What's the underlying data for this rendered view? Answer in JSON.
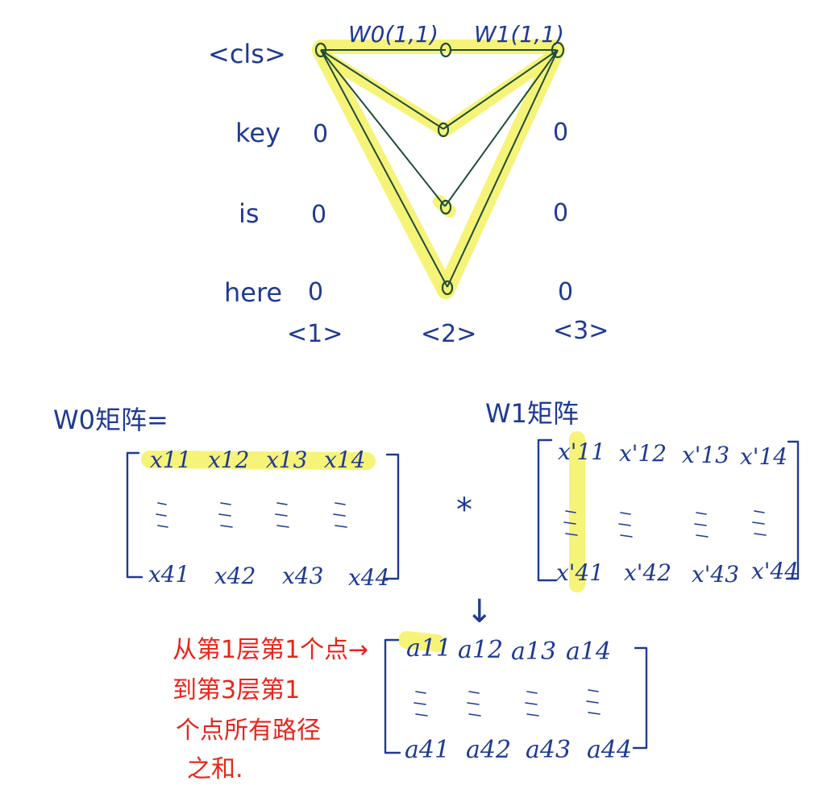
{
  "graph": {
    "word_labels": [
      "<cls>",
      "key",
      "is",
      "here"
    ],
    "column_labels": [
      "<1>",
      "<2>",
      "<3>"
    ],
    "node_symbol": "0",
    "edge_label_w0": "W0(1,1)",
    "edge_label_w1": "W1(1,1)"
  },
  "matrix_w0": {
    "title": "W0矩阵=",
    "top_row": [
      "x11",
      "x12",
      "x13",
      "x14"
    ],
    "bottom_row": [
      "x41",
      "x42",
      "x43",
      "x44"
    ]
  },
  "operator": "*",
  "matrix_w1": {
    "title": "W1矩阵",
    "top_row": [
      "x'11",
      "x'12",
      "x'13",
      "x'14"
    ],
    "bottom_row": [
      "x'41",
      "x'42",
      "x'43",
      "x'44"
    ]
  },
  "down_arrow": "↓",
  "result": {
    "top_row": [
      "a11",
      "a12",
      "a13",
      "a14"
    ],
    "bottom_row": [
      "a41",
      "a42",
      "a43",
      "a44"
    ]
  },
  "annotation": {
    "lines": [
      "从第1层第1个点",
      "到第3层第1",
      "个点所有路径",
      "之和."
    ],
    "arrow": "→"
  },
  "colors": {
    "ink": "#1f3a93",
    "edge": "#1e4d3a",
    "highlight": "#f5f26a",
    "annotation": "#e8251a"
  }
}
